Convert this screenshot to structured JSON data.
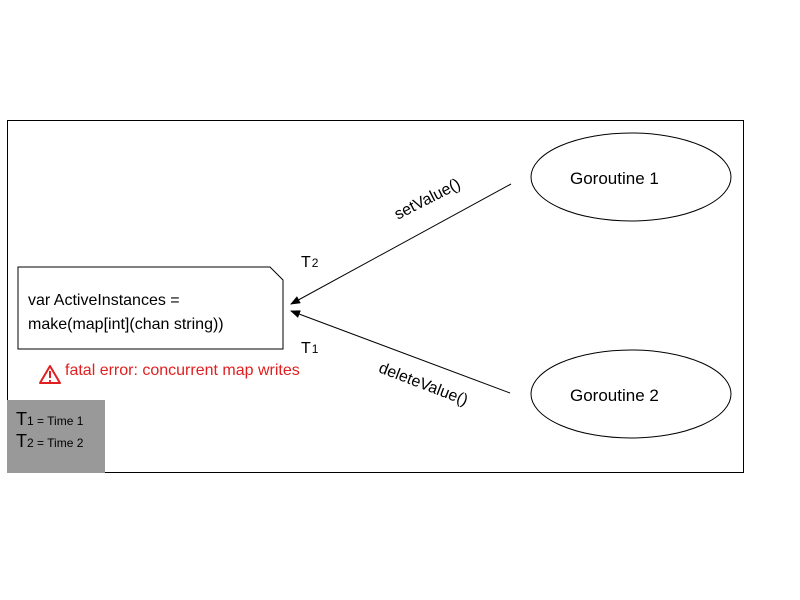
{
  "map_box": {
    "line1": "var ActiveInstances =",
    "line2": "make(map[int](chan string))"
  },
  "goroutines": [
    {
      "label": "Goroutine 1"
    },
    {
      "label": "Goroutine 2"
    }
  ],
  "edges": {
    "set_value": "setValue()",
    "delete_value": "deleteValue()"
  },
  "time_markers": {
    "t2": {
      "letter": "T",
      "sub": "2"
    },
    "t1": {
      "letter": "T",
      "sub": "1"
    }
  },
  "error": {
    "text": "fatal error: concurrent map writes",
    "color": "#e02020",
    "icon": "warning-icon"
  },
  "legend": {
    "row1_letter": "T",
    "row1_sub": "1",
    "row1_text": " = Time 1",
    "row2_letter": "T",
    "row2_sub": "2",
    "row2_text": " = Time 2",
    "background": "#999999"
  }
}
